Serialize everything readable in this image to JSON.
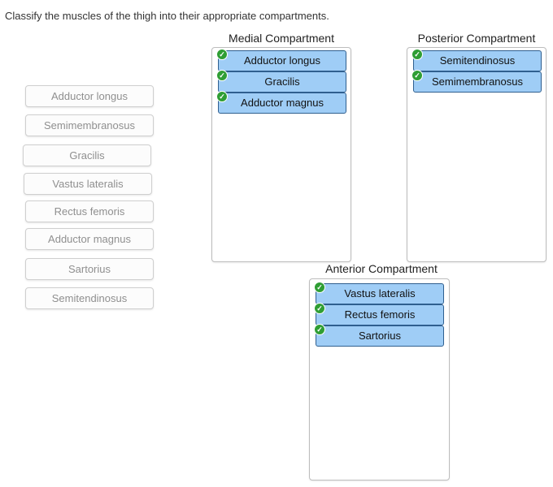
{
  "instruction": "Classify the muscles of the thigh into their appropriate compartments.",
  "source_items": [
    "Adductor longus",
    "Semimembranosus",
    "Gracilis",
    "Vastus lateralis",
    "Rectus femoris",
    "Adductor magnus",
    "Sartorius",
    "Semitendinosus"
  ],
  "zones": {
    "medial": {
      "title": "Medial Compartment",
      "items": [
        "Adductor longus",
        "Gracilis",
        "Adductor magnus"
      ]
    },
    "posterior": {
      "title": "Posterior Compartment",
      "items": [
        "Semitendinosus",
        "Semimembranosus"
      ]
    },
    "anterior": {
      "title": "Anterior Compartment",
      "items": [
        "Vastus lateralis",
        "Rectus femoris",
        "Sartorius"
      ]
    }
  },
  "icons": {
    "correct": "check-circle-icon"
  },
  "colors": {
    "placed_fill": "#9fcdf6",
    "placed_border": "#2f5f8f",
    "check_green": "#2f9e34"
  }
}
